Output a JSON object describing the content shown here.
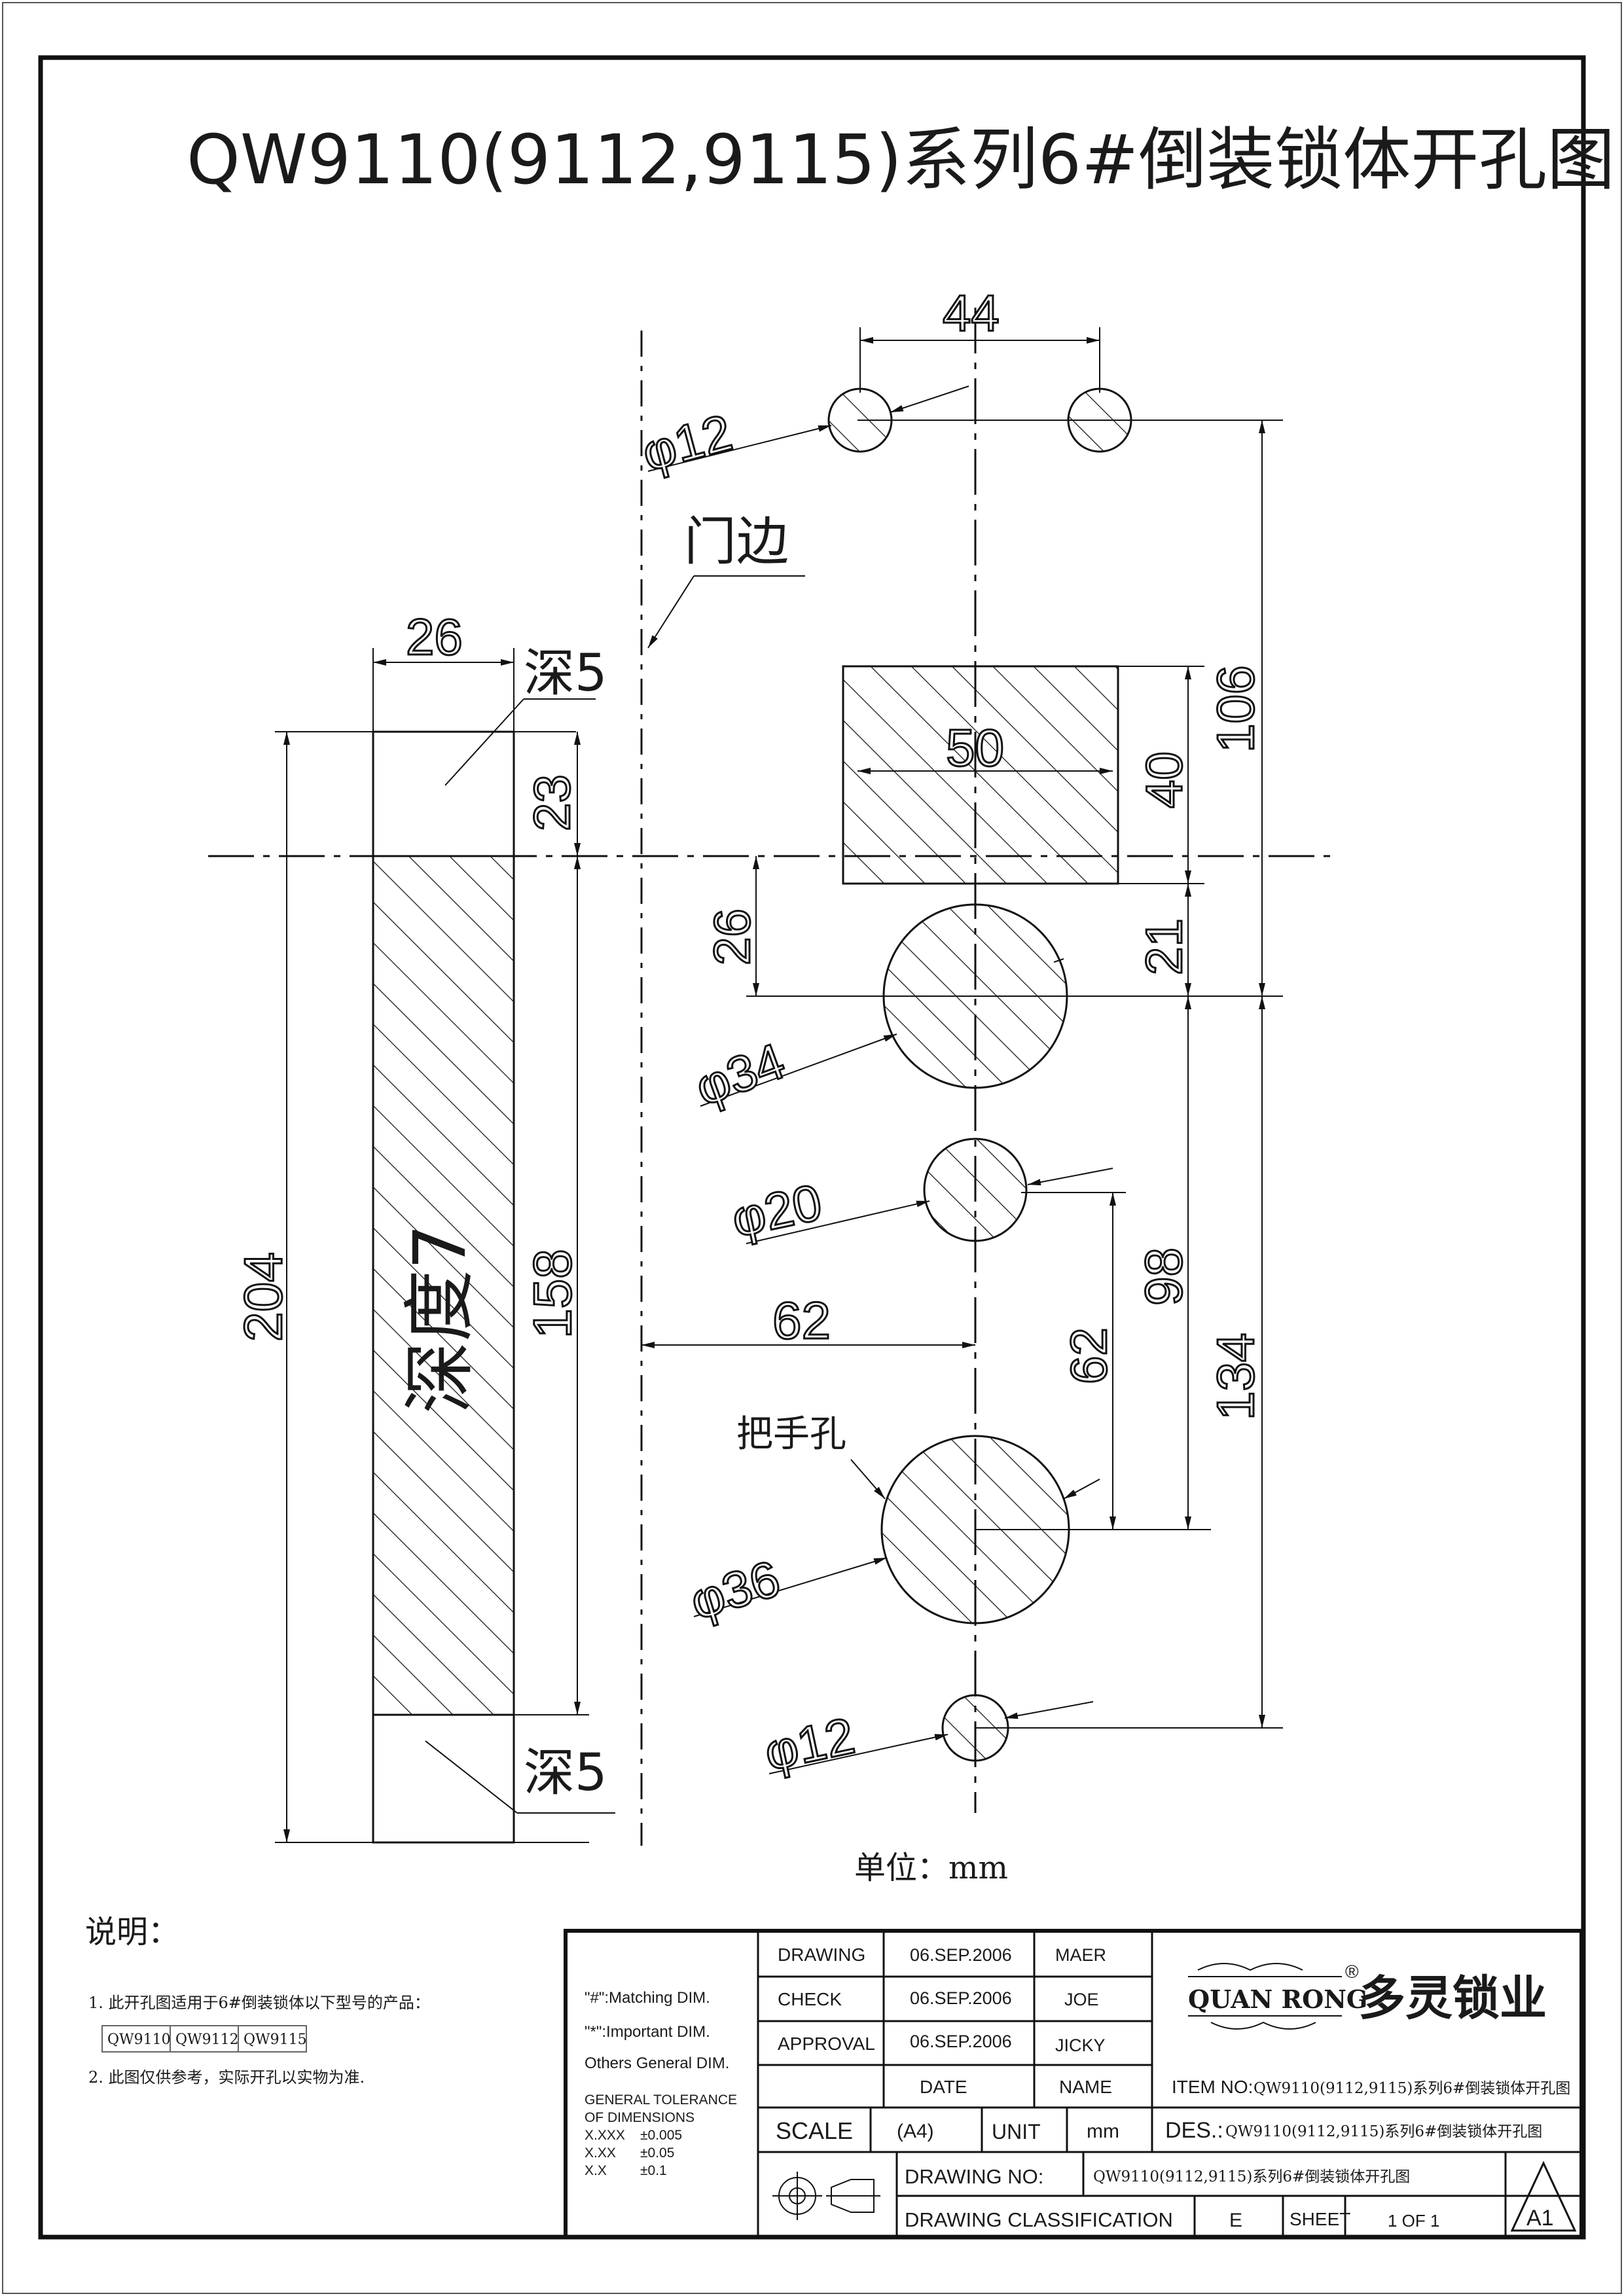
{
  "title": "QW9110(9112,9115)系列6#倒装锁体开孔图",
  "colors": {
    "ink": "#111111",
    "paper": "#ffffff"
  },
  "drawing": {
    "dim_44": "44",
    "dia12_top": "φ12",
    "door_edge": "门边",
    "dim_26_top": "26",
    "depth5_top": "深5",
    "dim_204": "204",
    "dim_23": "23",
    "dim_158": "158",
    "depth7": "深度7",
    "depth5_bottom": "深5",
    "dim_50": "50",
    "dim_40": "40",
    "dim_106": "106",
    "dim_26_mid": "26",
    "dim_21": "21",
    "dia34": "φ34",
    "dia20": "φ20",
    "dim_62_h": "62",
    "dim_62_v": "62",
    "dim_98": "98",
    "dim_134": "134",
    "handle_hole": "把手孔",
    "dia36": "φ36",
    "dia12_bottom": "φ12",
    "unit": "单位：mm"
  },
  "notes": {
    "heading": "说明：",
    "line1": "1. 此开孔图适用于6#倒装锁体以下型号的产品：",
    "models": [
      "QW9110",
      "QW9112",
      "QW9115"
    ],
    "line2": "2. 此图仅供参考，实际开孔以实物为准."
  },
  "title_block": {
    "legend1": "\"#\":Matching  DIM.",
    "legend2": "\"*\":Important  DIM.",
    "legend3": "Others General  DIM.",
    "tol_head1": "GENERAL TOLERANCE",
    "tol_head2": "OF DIMENSIONS",
    "tol_rows": [
      {
        "fmt": "X.XXX",
        "val": "±0.005"
      },
      {
        "fmt": "X.XX",
        "val": "±0.05"
      },
      {
        "fmt": "X.X",
        "val": "±0.1"
      }
    ],
    "rows": [
      {
        "label": "DRAWING",
        "date": "06.SEP.2006",
        "name": "MAER"
      },
      {
        "label": "CHECK",
        "date": "06.SEP.2006",
        "name": "JOE"
      },
      {
        "label": "APPROVAL",
        "date": "06.SEP.2006",
        "name": "JICKY"
      }
    ],
    "date_head": "DATE",
    "name_head": "NAME",
    "logo_en": "QUAN RONG",
    "logo_cn": "多灵锁业",
    "reg": "®",
    "item_no_label": "ITEM NO:",
    "item_no_value": "QW9110(9112,9115)系列6#倒装锁体开孔图",
    "scale_label": "SCALE",
    "scale_value": "(A4)",
    "unit_label": "UNIT",
    "unit_value": "mm",
    "des_label": "DES.:",
    "des_value": "QW9110(9112,9115)系列6#倒装锁体开孔图",
    "drawing_no_label": "DRAWING NO:",
    "drawing_no_value": "QW9110(9112,9115)系列6#倒装锁体开孔图",
    "class_label": "DRAWING CLASSIFICATION",
    "class_value": "E",
    "sheet_label": "SHEET",
    "sheet_value": "1 OF 1",
    "size_mark": "A1"
  }
}
